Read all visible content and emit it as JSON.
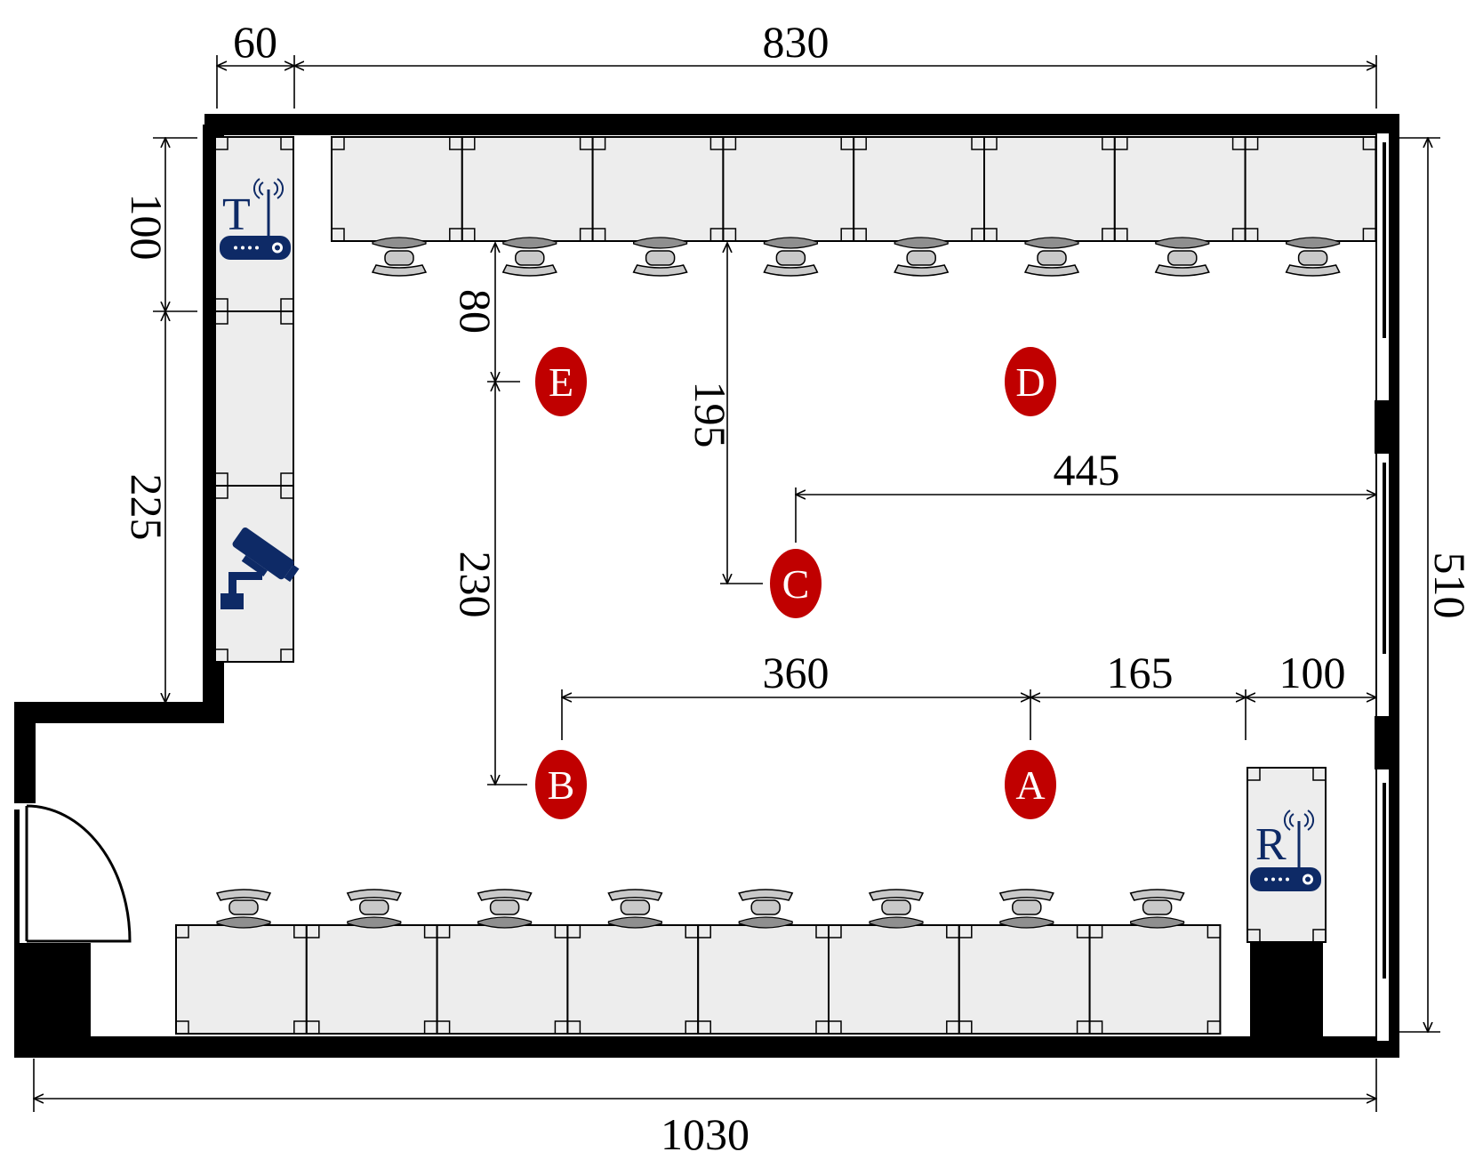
{
  "dimensions": {
    "d60": "60",
    "d830": "830",
    "d100_left": "100",
    "d225": "225",
    "d510": "510",
    "d80": "80",
    "d230": "230",
    "d195": "195",
    "d445": "445",
    "d360": "360",
    "d165": "165",
    "d100_right": "100",
    "d1030": "1030"
  },
  "points": {
    "A": "A",
    "B": "B",
    "C": "C",
    "D": "D",
    "E": "E"
  },
  "devices": {
    "transmitter": "T",
    "receiver": "R"
  },
  "colors": {
    "wall": "#000000",
    "desk_fill": "#ededed",
    "chair_fill": "#c9c9c9",
    "point_fill": "#c00000",
    "device_blue": "#0e2a66"
  }
}
